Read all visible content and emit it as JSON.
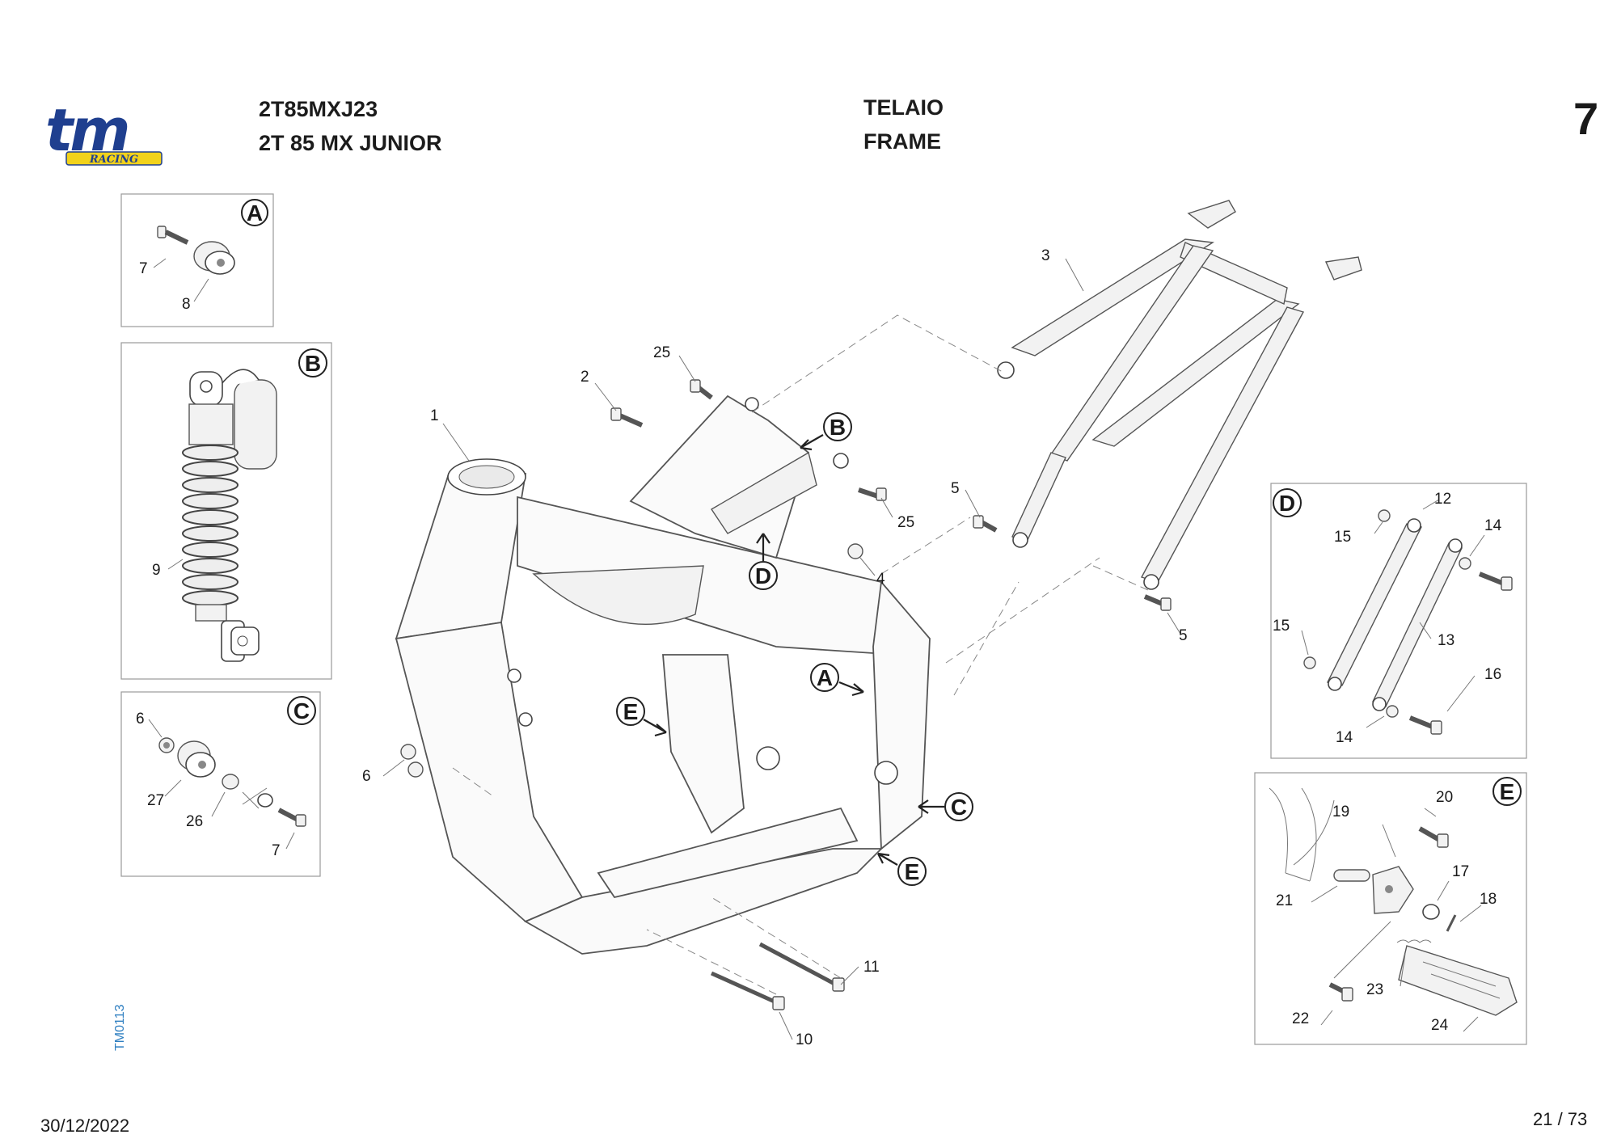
{
  "header": {
    "model_code": "2T85MXJ23",
    "model_name": "2T 85 MX JUNIOR",
    "title_it": "TELAIO",
    "title_en": "FRAME",
    "page_section": "7"
  },
  "logo": {
    "text": "tm",
    "subtext": "RACING",
    "color_main": "#1f3f8f",
    "color_accent": "#f2d21b"
  },
  "footer": {
    "date": "30/12/2022",
    "page": "21 / 73",
    "drawing_code": "TM0113"
  },
  "colors": {
    "drawing_code": "#2f7fc1"
  },
  "insets": {
    "A": {
      "letter": "A",
      "parts": [
        "7",
        "8"
      ]
    },
    "B": {
      "letter": "B",
      "parts": [
        "9"
      ]
    },
    "C": {
      "letter": "C",
      "parts": [
        "6",
        "27",
        "26",
        "7"
      ]
    },
    "D": {
      "letter": "D",
      "parts": [
        "15",
        "12",
        "14",
        "15",
        "13",
        "16",
        "14"
      ]
    },
    "E": {
      "letter": "E",
      "parts": [
        "20",
        "19",
        "17",
        "21",
        "18",
        "23",
        "22",
        "24"
      ]
    }
  },
  "main_labels": [
    "1",
    "2",
    "25",
    "25",
    "4",
    "3",
    "5",
    "5",
    "6",
    "10",
    "11"
  ],
  "main_callouts": [
    "B",
    "D",
    "A",
    "E",
    "C",
    "E"
  ]
}
